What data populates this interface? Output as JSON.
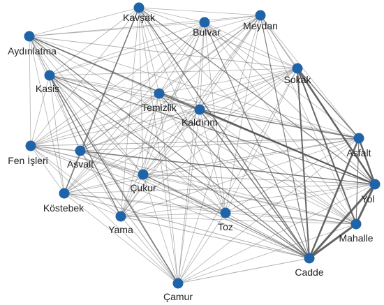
{
  "graph": {
    "node_color": "#1f63a8",
    "edge_color": "#555555",
    "nodes": [
      {
        "id": "kavsak",
        "label": "Kavşak"
      },
      {
        "id": "bulvar",
        "label": "Bulvar"
      },
      {
        "id": "meydan",
        "label": "Meydan"
      },
      {
        "id": "aydinlatma",
        "label": "Aydınlatma"
      },
      {
        "id": "kasis",
        "label": "Kasis"
      },
      {
        "id": "sokak",
        "label": "Sokak"
      },
      {
        "id": "temizlik",
        "label": "Temizlik"
      },
      {
        "id": "kaldirim",
        "label": "Kaldırım"
      },
      {
        "id": "asfalt",
        "label": "Asfalt"
      },
      {
        "id": "fenisleri",
        "label": "Fen İşleri"
      },
      {
        "id": "asvalt",
        "label": "Asvalt"
      },
      {
        "id": "cukur",
        "label": "Çukur"
      },
      {
        "id": "yol",
        "label": "Yol"
      },
      {
        "id": "kostebek",
        "label": "Köstebek"
      },
      {
        "id": "yama",
        "label": "Yama"
      },
      {
        "id": "toz",
        "label": "Toz"
      },
      {
        "id": "mahalle",
        "label": "Mahalle"
      },
      {
        "id": "cadde",
        "label": "Cadde"
      },
      {
        "id": "camur",
        "label": "Çamur"
      }
    ],
    "edges": [
      [
        "cadde",
        "yol",
        3
      ],
      [
        "cadde",
        "mahalle",
        3
      ],
      [
        "cadde",
        "asfalt",
        2.5
      ],
      [
        "yol",
        "mahalle",
        3
      ],
      [
        "yol",
        "asfalt",
        2.5
      ],
      [
        "sokak",
        "yol",
        2.5
      ],
      [
        "sokak",
        "cadde",
        2
      ],
      [
        "sokak",
        "mahalle",
        2
      ],
      [
        "sokak",
        "asfalt",
        1.5
      ],
      [
        "kaldirim",
        "yol",
        2
      ],
      [
        "kaldirim",
        "cadde",
        1.5
      ],
      [
        "kaldirim",
        "asfalt",
        1.5
      ],
      [
        "temizlik",
        "yol",
        1.5
      ],
      [
        "temizlik",
        "cadde",
        1.2
      ],
      [
        "kavsak",
        "cadde",
        1.5
      ],
      [
        "kavsak",
        "yol",
        1.2
      ],
      [
        "meydan",
        "cadde",
        1.2
      ],
      [
        "meydan",
        "yol",
        1
      ],
      [
        "bulvar",
        "cadde",
        1.2
      ],
      [
        "bulvar",
        "yol",
        1
      ],
      [
        "aydinlatma",
        "yol",
        1.5
      ],
      [
        "aydinlatma",
        "cadde",
        1.2
      ],
      [
        "aydinlatma",
        "sokak",
        1
      ],
      [
        "kasis",
        "yol",
        1.2
      ],
      [
        "kasis",
        "cadde",
        1.2
      ],
      [
        "kasis",
        "camur",
        1.5
      ],
      [
        "kasis",
        "yama",
        1.2
      ],
      [
        "kasis",
        "cukur",
        1
      ],
      [
        "kostebek",
        "kavsak",
        1.5
      ],
      [
        "kostebek",
        "toz",
        1
      ],
      [
        "kostebek",
        "cadde",
        1
      ],
      [
        "kostebek",
        "yol",
        0.8
      ],
      [
        "fenisleri",
        "yol",
        1
      ],
      [
        "fenisleri",
        "cadde",
        1
      ],
      [
        "fenisleri",
        "asfalt",
        1
      ],
      [
        "fenisleri",
        "kavsak",
        0.8
      ],
      [
        "asvalt",
        "yol",
        1.2
      ],
      [
        "asvalt",
        "cadde",
        1
      ],
      [
        "asvalt",
        "asfalt",
        1
      ],
      [
        "asvalt",
        "camur",
        1
      ],
      [
        "cukur",
        "yol",
        1
      ],
      [
        "cukur",
        "cadde",
        1.2
      ],
      [
        "cukur",
        "asfalt",
        1
      ],
      [
        "cukur",
        "mahalle",
        0.8
      ],
      [
        "yama",
        "cadde",
        1
      ],
      [
        "yama",
        "yol",
        0.8
      ],
      [
        "yama",
        "sokak",
        0.8
      ],
      [
        "toz",
        "cadde",
        1
      ],
      [
        "toz",
        "yol",
        0.8
      ],
      [
        "toz",
        "sokak",
        0.8
      ],
      [
        "camur",
        "cadde",
        1
      ],
      [
        "camur",
        "yol",
        0.8
      ],
      [
        "camur",
        "sokak",
        0.8
      ],
      [
        "camur",
        "asfalt",
        0.8
      ],
      [
        "mahalle",
        "asfalt",
        1.2
      ],
      [
        "kavsak",
        "bulvar",
        0.8
      ],
      [
        "kavsak",
        "meydan",
        0.8
      ],
      [
        "kavsak",
        "aydinlatma",
        0.8
      ],
      [
        "kavsak",
        "kasis",
        0.8
      ],
      [
        "kavsak",
        "sokak",
        0.8
      ],
      [
        "kavsak",
        "temizlik",
        0.8
      ],
      [
        "kavsak",
        "kaldirim",
        0.8
      ],
      [
        "kavsak",
        "asvalt",
        0.8
      ],
      [
        "kavsak",
        "cukur",
        0.8
      ],
      [
        "kavsak",
        "yama",
        0.8
      ],
      [
        "kavsak",
        "toz",
        0.8
      ],
      [
        "kavsak",
        "mahalle",
        0.8
      ],
      [
        "kavsak",
        "camur",
        0.8
      ],
      [
        "bulvar",
        "meydan",
        0.8
      ],
      [
        "bulvar",
        "aydinlatma",
        0.8
      ],
      [
        "bulvar",
        "kasis",
        0.8
      ],
      [
        "bulvar",
        "sokak",
        0.8
      ],
      [
        "bulvar",
        "temizlik",
        0.8
      ],
      [
        "bulvar",
        "kaldirim",
        0.8
      ],
      [
        "bulvar",
        "fenisleri",
        0.8
      ],
      [
        "bulvar",
        "asvalt",
        0.8
      ],
      [
        "bulvar",
        "cukur",
        0.8
      ],
      [
        "bulvar",
        "kostebek",
        0.8
      ],
      [
        "bulvar",
        "yama",
        0.8
      ],
      [
        "bulvar",
        "toz",
        0.8
      ],
      [
        "bulvar",
        "mahalle",
        0.8
      ],
      [
        "bulvar",
        "camur",
        0.8
      ],
      [
        "bulvar",
        "asfalt",
        0.8
      ],
      [
        "meydan",
        "aydinlatma",
        0.8
      ],
      [
        "meydan",
        "kasis",
        0.8
      ],
      [
        "meydan",
        "sokak",
        0.8
      ],
      [
        "meydan",
        "temizlik",
        0.8
      ],
      [
        "meydan",
        "kaldirim",
        0.8
      ],
      [
        "meydan",
        "fenisleri",
        0.8
      ],
      [
        "meydan",
        "asvalt",
        0.8
      ],
      [
        "meydan",
        "cukur",
        0.8
      ],
      [
        "meydan",
        "kostebek",
        0.8
      ],
      [
        "meydan",
        "yama",
        0.8
      ],
      [
        "meydan",
        "toz",
        0.8
      ],
      [
        "meydan",
        "mahalle",
        0.8
      ],
      [
        "meydan",
        "camur",
        0.8
      ],
      [
        "meydan",
        "asfalt",
        0.8
      ],
      [
        "aydinlatma",
        "kasis",
        0.8
      ],
      [
        "aydinlatma",
        "temizlik",
        0.8
      ],
      [
        "aydinlatma",
        "kaldirim",
        0.8
      ],
      [
        "aydinlatma",
        "fenisleri",
        0.8
      ],
      [
        "aydinlatma",
        "asvalt",
        0.8
      ],
      [
        "aydinlatma",
        "cukur",
        0.8
      ],
      [
        "aydinlatma",
        "kostebek",
        0.8
      ],
      [
        "aydinlatma",
        "yama",
        0.8
      ],
      [
        "aydinlatma",
        "toz",
        0.8
      ],
      [
        "aydinlatma",
        "mahalle",
        0.8
      ],
      [
        "aydinlatma",
        "camur",
        0.8
      ],
      [
        "aydinlatma",
        "asfalt",
        0.8
      ],
      [
        "kasis",
        "sokak",
        0.8
      ],
      [
        "kasis",
        "temizlik",
        0.8
      ],
      [
        "kasis",
        "kaldirim",
        0.8
      ],
      [
        "kasis",
        "fenisleri",
        0.8
      ],
      [
        "kasis",
        "asvalt",
        0.8
      ],
      [
        "kasis",
        "kostebek",
        0.8
      ],
      [
        "kasis",
        "toz",
        0.8
      ],
      [
        "kasis",
        "mahalle",
        0.8
      ],
      [
        "kasis",
        "asfalt",
        0.8
      ],
      [
        "sokak",
        "temizlik",
        0.8
      ],
      [
        "sokak",
        "kaldirim",
        0.8
      ],
      [
        "sokak",
        "fenisleri",
        0.8
      ],
      [
        "sokak",
        "asvalt",
        0.8
      ],
      [
        "sokak",
        "cukur",
        0.8
      ],
      [
        "sokak",
        "kostebek",
        0.8
      ],
      [
        "temizlik",
        "kaldirim",
        0.8
      ],
      [
        "temizlik",
        "fenisleri",
        0.8
      ],
      [
        "temizlik",
        "asvalt",
        0.8
      ],
      [
        "temizlik",
        "cukur",
        0.8
      ],
      [
        "temizlik",
        "kostebek",
        0.8
      ],
      [
        "temizlik",
        "yama",
        0.8
      ],
      [
        "temizlik",
        "toz",
        0.8
      ],
      [
        "temizlik",
        "mahalle",
        0.8
      ],
      [
        "temizlik",
        "camur",
        0.8
      ],
      [
        "temizlik",
        "asfalt",
        0.8
      ],
      [
        "kaldirim",
        "fenisleri",
        0.8
      ],
      [
        "kaldirim",
        "asvalt",
        0.8
      ],
      [
        "kaldirim",
        "cukur",
        0.8
      ],
      [
        "kaldirim",
        "kostebek",
        0.8
      ],
      [
        "kaldirim",
        "yama",
        0.8
      ],
      [
        "kaldirim",
        "toz",
        0.8
      ],
      [
        "kaldirim",
        "mahalle",
        0.8
      ],
      [
        "kaldirim",
        "camur",
        0.8
      ],
      [
        "fenisleri",
        "asvalt",
        0.8
      ],
      [
        "fenisleri",
        "cukur",
        0.8
      ],
      [
        "fenisleri",
        "kostebek",
        0.8
      ],
      [
        "fenisleri",
        "yama",
        0.8
      ],
      [
        "fenisleri",
        "toz",
        0.8
      ],
      [
        "fenisleri",
        "mahalle",
        0.8
      ],
      [
        "fenisleri",
        "camur",
        0.8
      ],
      [
        "asvalt",
        "cukur",
        0.8
      ],
      [
        "asvalt",
        "kostebek",
        0.8
      ],
      [
        "asvalt",
        "yama",
        0.8
      ],
      [
        "asvalt",
        "toz",
        0.8
      ],
      [
        "asvalt",
        "mahalle",
        0.8
      ],
      [
        "cukur",
        "kostebek",
        0.8
      ],
      [
        "cukur",
        "yama",
        0.8
      ],
      [
        "cukur",
        "toz",
        0.8
      ],
      [
        "cukur",
        "camur",
        0.8
      ],
      [
        "kostebek",
        "yama",
        0.8
      ],
      [
        "kostebek",
        "mahalle",
        0.8
      ],
      [
        "kostebek",
        "camur",
        0.8
      ],
      [
        "kostebek",
        "asfalt",
        0.8
      ],
      [
        "yama",
        "toz",
        0.8
      ],
      [
        "yama",
        "mahalle",
        0.8
      ],
      [
        "yama",
        "camur",
        0.8
      ],
      [
        "yama",
        "asfalt",
        0.8
      ],
      [
        "toz",
        "mahalle",
        0.8
      ],
      [
        "toz",
        "camur",
        0.8
      ],
      [
        "toz",
        "asfalt",
        0.8
      ],
      [
        "mahalle",
        "camur",
        0.8
      ]
    ]
  }
}
